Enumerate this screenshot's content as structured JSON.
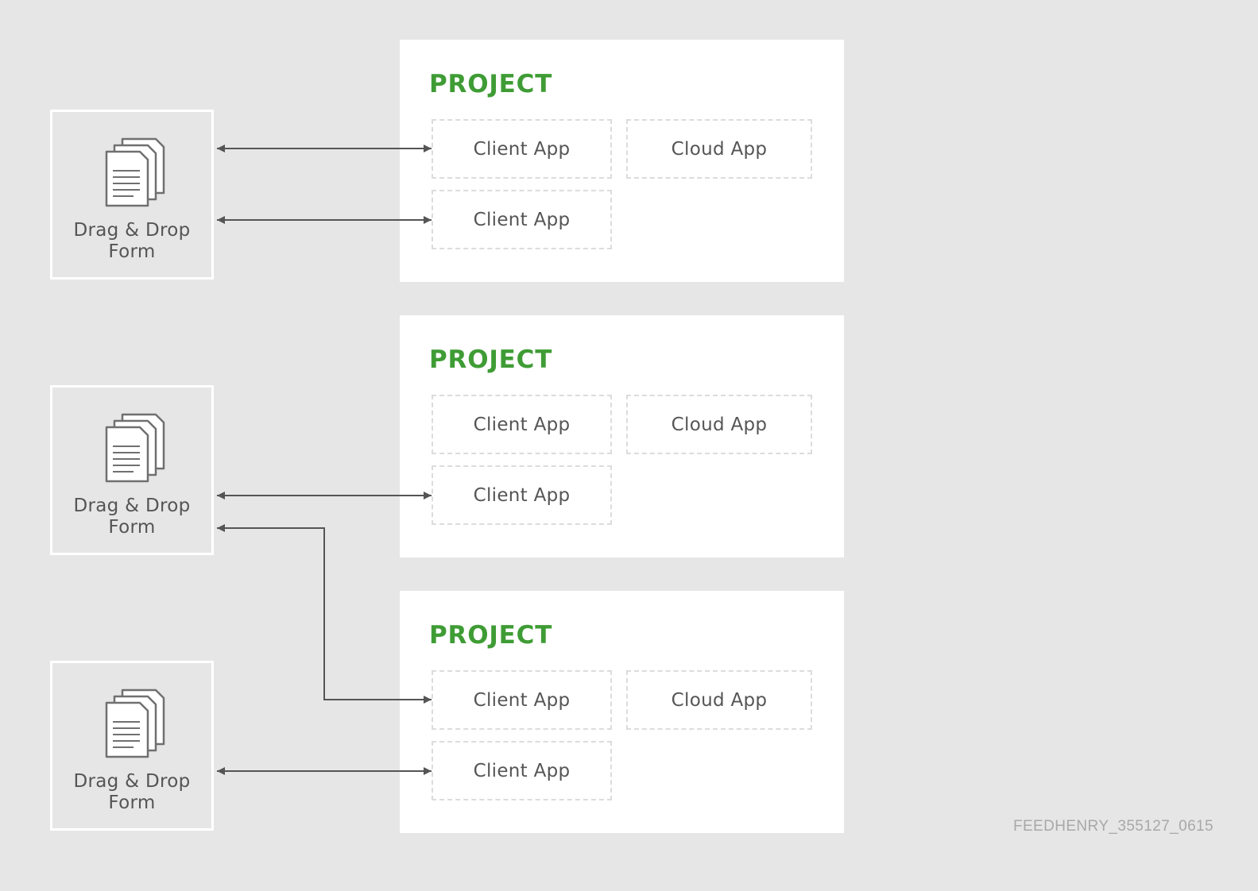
{
  "forms": [
    {
      "label_line1": "Drag & Drop",
      "label_line2": "Form"
    },
    {
      "label_line1": "Drag & Drop",
      "label_line2": "Form"
    },
    {
      "label_line1": "Drag & Drop",
      "label_line2": "Form"
    }
  ],
  "projects": [
    {
      "title": "PROJECT",
      "apps": [
        "Client App",
        "Cloud App",
        "Client App"
      ]
    },
    {
      "title": "PROJECT",
      "apps": [
        "Client App",
        "Cloud App",
        "Client App"
      ]
    },
    {
      "title": "PROJECT",
      "apps": [
        "Client App",
        "Cloud App",
        "Client App"
      ]
    }
  ],
  "footer": {
    "id": "FEEDHENRY_355127_0615"
  },
  "colors": {
    "background": "#e6e6e6",
    "accent": "#3f9c35",
    "text": "#555555",
    "connector": "#555555"
  },
  "icons": {
    "form": "document-stack-icon"
  }
}
